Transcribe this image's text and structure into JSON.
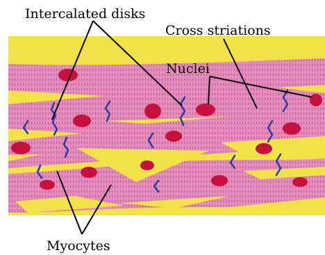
{
  "labels": {
    "intercalated_disks": "Intercalated disks",
    "cross_striations": "Cross striations",
    "nuclei": "Nuclei",
    "myocytes": "Myocytes"
  },
  "colors": {
    "background_yellow": "#f2e24a",
    "muscle_pink": "#e68fbf",
    "striation": "#b2407e",
    "nucleus_red": "#c8103f",
    "disk_blue": "#2a3da3",
    "pointer_line": "#000000"
  }
}
